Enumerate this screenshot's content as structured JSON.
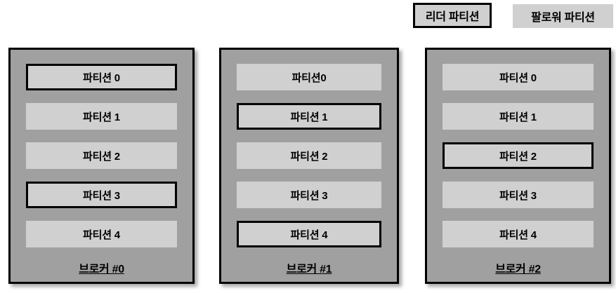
{
  "legend": {
    "leader_label": "리더 파티션",
    "follower_label": "팔로워 파티션",
    "leader_style": "bordered",
    "follower_style": "plain",
    "colors": {
      "chip_fill": "#d0d0d0",
      "border": "#000000"
    }
  },
  "colors": {
    "broker_fill": "#a0a0a0",
    "partition_fill": "#d0d0d0",
    "border": "#000000",
    "background": "#ffffff"
  },
  "brokers": [
    {
      "label": "브로커 #0",
      "partitions": [
        {
          "label": "파티션 0",
          "role": "leader"
        },
        {
          "label": "파티션 1",
          "role": "follower"
        },
        {
          "label": "파티션 2",
          "role": "follower"
        },
        {
          "label": "파티션 3",
          "role": "leader"
        },
        {
          "label": "파티션 4",
          "role": "follower"
        }
      ]
    },
    {
      "label": "브로커 #1",
      "partitions": [
        {
          "label": "파티션0",
          "role": "follower"
        },
        {
          "label": "파티션 1",
          "role": "leader"
        },
        {
          "label": "파티션 2",
          "role": "follower"
        },
        {
          "label": "파티션 3",
          "role": "follower"
        },
        {
          "label": "파티션 4",
          "role": "leader"
        }
      ]
    },
    {
      "label": "브로커 #2",
      "partitions": [
        {
          "label": "파티션 0",
          "role": "follower"
        },
        {
          "label": "파티션 1",
          "role": "follower"
        },
        {
          "label": "파티션 2",
          "role": "leader"
        },
        {
          "label": "파티션 3",
          "role": "follower"
        },
        {
          "label": "파티션 4",
          "role": "follower"
        }
      ]
    }
  ]
}
